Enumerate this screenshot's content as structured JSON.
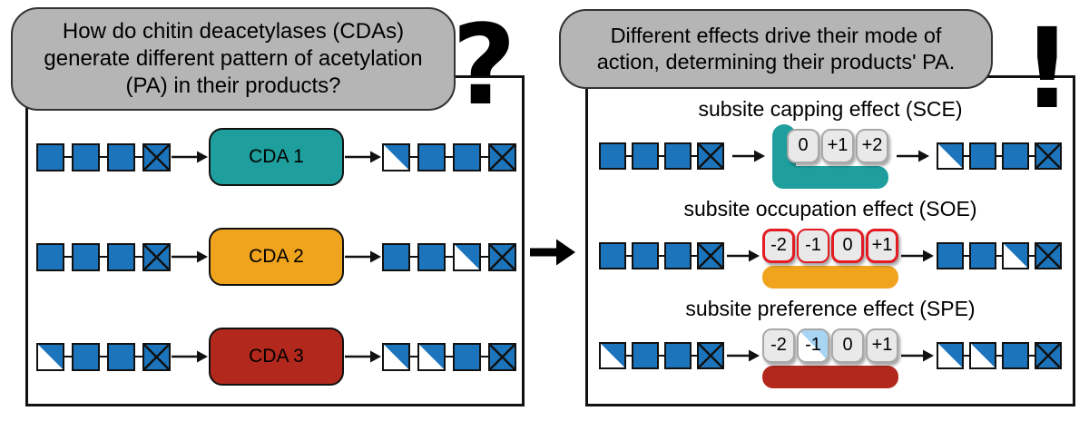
{
  "left_panel": {
    "question_bubble": "How do chitin deacetylases (CDAs)\ngenerate different pattern of acetylation\n(PA) in their products?",
    "question_mark": "?",
    "rows": [
      {
        "enzyme_label": "CDA 1",
        "enzyme_color": "#1F9E9E",
        "substrate": [
          "full",
          "full",
          "full",
          "cross"
        ],
        "product": [
          "half",
          "full",
          "full",
          "cross"
        ]
      },
      {
        "enzyme_label": "CDA 2",
        "enzyme_color": "#F0A41E",
        "substrate": [
          "full",
          "full",
          "full",
          "cross"
        ],
        "product": [
          "full",
          "full",
          "half",
          "cross"
        ]
      },
      {
        "enzyme_label": "CDA 3",
        "enzyme_color": "#B2281C",
        "substrate": [
          "half",
          "full",
          "full",
          "cross"
        ],
        "product": [
          "half",
          "half",
          "full",
          "cross"
        ]
      }
    ]
  },
  "right_panel": {
    "answer_bubble": "Different effects drive their mode of\naction, determining their products' PA.",
    "exclamation_mark": "!",
    "sections": [
      {
        "title": "subsite capping effect (SCE)",
        "abbr": "SCE",
        "enzyme_color": "#1F9E9E",
        "subsites": [
          {
            "label": "0"
          },
          {
            "label": "+1"
          },
          {
            "label": "+2"
          }
        ],
        "substrate": [
          "full",
          "full",
          "full",
          "cross"
        ],
        "product": [
          "half",
          "full",
          "full",
          "cross"
        ]
      },
      {
        "title": "subsite occupation effect (SOE)",
        "abbr": "SOE",
        "enzyme_color": "#F0A41E",
        "subsites": [
          {
            "label": "-2",
            "outline": "thick"
          },
          {
            "label": "-1",
            "outline": "thin"
          },
          {
            "label": "0",
            "outline": "thick"
          },
          {
            "label": "+1",
            "outline": "thick"
          }
        ],
        "substrate": [
          "full",
          "full",
          "full",
          "cross"
        ],
        "product": [
          "full",
          "full",
          "half",
          "cross"
        ]
      },
      {
        "title": "subsite preference effect (SPE)",
        "abbr": "SPE",
        "enzyme_color": "#B2281C",
        "subsites": [
          {
            "label": "-2"
          },
          {
            "label": "-1",
            "wedge": true
          },
          {
            "label": "0"
          },
          {
            "label": "+1"
          }
        ],
        "substrate": [
          "half",
          "full",
          "full",
          "cross"
        ],
        "product": [
          "half",
          "half",
          "full",
          "cross"
        ]
      }
    ]
  },
  "colors": {
    "sugar_blue": "#1C75BC",
    "teal": "#1F9E9E",
    "orange": "#F0A41E",
    "dark_red": "#B2281C",
    "bubble_gray": "#B5B5B5",
    "subsite_gray": "#E9E9E9",
    "subsite_outline_red": "#E31B23",
    "preference_light_blue": "#A9D5F5"
  }
}
